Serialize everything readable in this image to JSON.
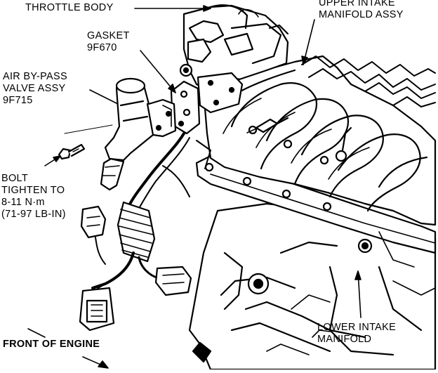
{
  "labels": {
    "throttle_body": "THROTTLE BODY",
    "upper_intake": [
      "UPPER INTAKE",
      "MANIFOLD ASSY"
    ],
    "gasket": [
      "GASKET",
      "9F670"
    ],
    "air_bypass": [
      "AIR BY-PASS",
      "VALVE ASSY",
      "9F715"
    ],
    "bolt": [
      "BOLT",
      "TIGHTEN TO",
      "8-11 N·m",
      "(71-97 LB-IN)"
    ],
    "lower_intake": [
      "LOWER INTAKE",
      "MANIFOLD"
    ],
    "front_of_engine": "FRONT OF ENGINE"
  },
  "colors": {
    "ink": "#000000",
    "paper": "#ffffff"
  }
}
